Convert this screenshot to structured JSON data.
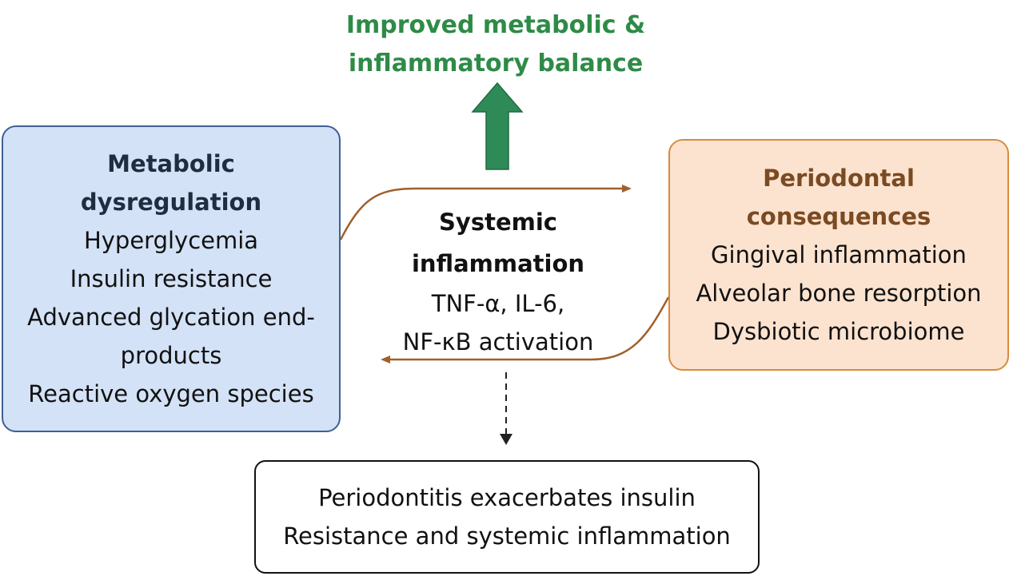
{
  "top_result": {
    "title": "Improved metabolic & inflammatory balance"
  },
  "metabolic_box": {
    "title": "Metabolic dysregulation",
    "items": [
      "Hyperglycemia",
      "Insulin resistance",
      "Advanced glycation end-products",
      "Reactive oxygen species"
    ]
  },
  "center": {
    "title": "Systemic inflammation",
    "lines": [
      "TNF-α, IL-6,",
      "NF-κB activation"
    ]
  },
  "periodontal_box": {
    "title": "Periodontal consequences",
    "items": [
      "Gingival inflammation",
      "Alveolar bone resorption",
      "Dysbiotic microbiome"
    ]
  },
  "bottom_box": {
    "lines": [
      "Periodontitis exacerbates insulin",
      "Resistance and systemic inflammation"
    ]
  },
  "colors": {
    "up_arrow": "#2e8b57",
    "flow_arrows": "#a0602a",
    "title_green": "#2e8b47",
    "left_box_fill": "#d3e2f6",
    "left_box_border": "#3f5f95",
    "right_box_fill": "#fbe3cf",
    "right_box_border": "#d98a3c"
  }
}
